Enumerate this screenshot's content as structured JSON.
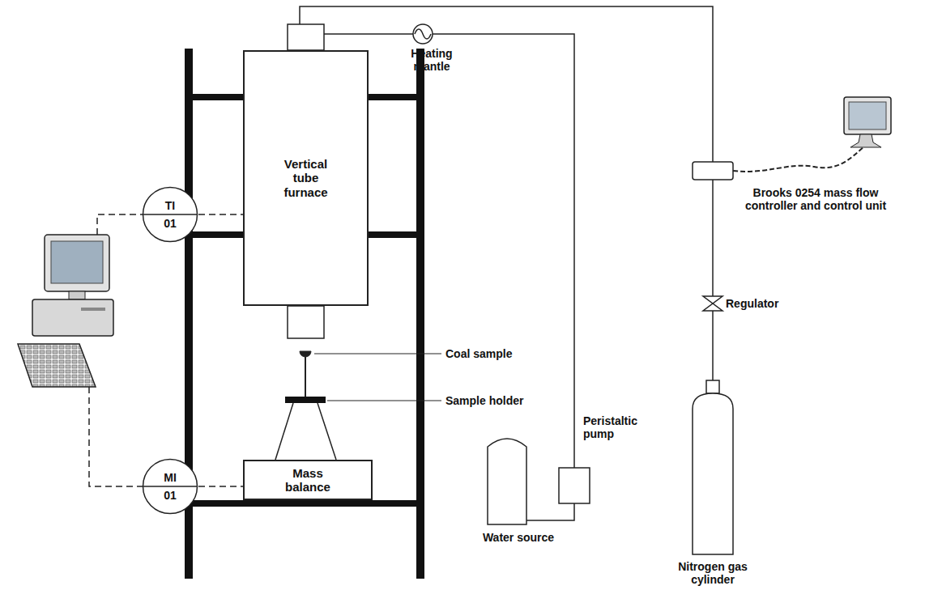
{
  "diagram": {
    "nodes": [
      {
        "text": [
          "Vertical tube furnace"
        ]
      },
      {
        "text": [
          "TI",
          "01"
        ]
      },
      {
        "text": [
          "Mass balance"
        ]
      },
      {
        "text": [
          "MI",
          "01"
        ]
      }
    ],
    "edges": [
      {
        "from": 1,
        "to": 0,
        "arrow": "none"
      },
      {
        "from": 3,
        "to": 2,
        "arrow": "none"
      }
    ],
    "labels": [
      "Heating mantle",
      "Coal sample",
      "Sample holder",
      "Peristaltic pump",
      "Water source",
      "Brooks 0254 mass flow controller and control unit",
      "Regulator",
      "Nitrogen gas cylinder"
    ]
  }
}
